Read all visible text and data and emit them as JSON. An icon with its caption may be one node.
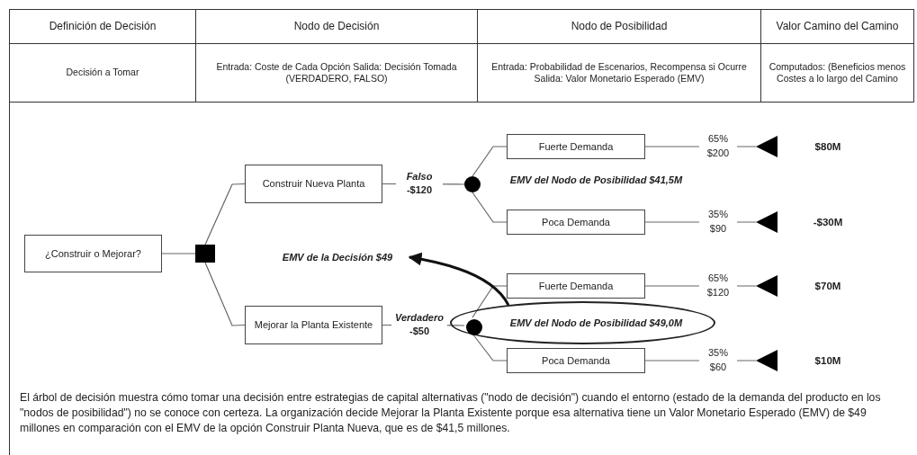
{
  "diagram": {
    "nodes": [
      {
        "text": [
          "¿Construir o Mejorar?"
        ]
      },
      {
        "text": [],
        "shape": "box"
      },
      {
        "text": [
          "Construir Nueva Planta"
        ]
      },
      {
        "text": [
          "Mejorar la Planta Existente"
        ]
      },
      {
        "text": [],
        "shape": "circle"
      },
      {
        "text": [],
        "shape": "circle",
        "in": 6
      },
      {
        "text": [
          "EMV del Nodo de Posibilidad $49,0M"
        ]
      },
      {
        "text": [
          "EMV de la Decisión $49"
        ]
      },
      {
        "text": [
          "Fuerte Demanda"
        ]
      },
      {
        "text": [
          "Poca Demanda"
        ]
      },
      {
        "text": [
          "Fuerte Demanda"
        ]
      },
      {
        "text": [
          "Poca Demanda"
        ]
      },
      {
        "text": [],
        "shape": "triangle",
        "beside": [
          "$80M"
        ]
      },
      {
        "text": [],
        "shape": "triangle",
        "beside": [
          "-$30M"
        ]
      },
      {
        "text": [],
        "shape": "triangle",
        "beside": [
          "$70M"
        ]
      },
      {
        "text": [],
        "shape": "triangle",
        "beside": [
          "$10M"
        ]
      }
    ],
    "edges": [
      {
        "from": 0,
        "to": 1,
        "arrow": "none"
      },
      {
        "from": 1,
        "to": 2,
        "arrow": "none"
      },
      {
        "from": 1,
        "to": 3,
        "arrow": "none"
      },
      {
        "from": 2,
        "to": 4,
        "arrow": "none",
        "label": "*Falso* -$120"
      },
      {
        "from": 3,
        "to": 5,
        "arrow": "none",
        "label": "*Verdadero* -$50"
      },
      {
        "from": 4,
        "to": 8,
        "arrow": "none"
      },
      {
        "from": 4,
        "to": 9,
        "arrow": "none"
      },
      {
        "from": 5,
        "to": 10,
        "arrow": "none"
      },
      {
        "from": 5,
        "to": 11,
        "arrow": "none"
      },
      {
        "from": 8,
        "to": 12,
        "arrow": "none",
        "label": "65% $200"
      },
      {
        "from": 9,
        "to": 13,
        "arrow": "none",
        "label": "35% $90"
      },
      {
        "from": 10,
        "to": 14,
        "arrow": "none",
        "label": "65% $120"
      },
      {
        "from": 11,
        "to": 15,
        "arrow": "none",
        "label": "35% $60"
      },
      {
        "from": 6,
        "to": 7,
        "arrow": "to",
        "style": "thick"
      }
    ],
    "labels": [
      "Definición de Decisión",
      "Nodo de Decisión",
      "Nodo de Posibilidad",
      "Valor Camino del Camino",
      "Decisión a Tomar",
      "Entrada: Coste de Cada Opción Salida: Decisión Tomada (VERDADERO, FALSO)",
      "Entrada: Probabilidad de Escenarios, Recompensa si Ocurre Salida: Valor Monetario Esperado (EMV)",
      "Computados: (Beneficios menos Costes a lo largo del Camino",
      "EMV del Nodo de Posibilidad $41,5M"
    ],
    "caption": "El árbol de decisión muestra cómo tomar una decisión entre estrategias de capital alternativas (\"nodo de decisión\") cuando el entorno (estado de la demanda del producto en los \"nodos de posibilidad\") no se conoce con certeza. La organización decide Mejorar la Planta Existente porque esa alternativa tiene un Valor Monetario Esperado (EMV) de $49 millones en comparación con el EMV de la opción Construir Planta Nueva, que es de $41,5 millones."
  }
}
